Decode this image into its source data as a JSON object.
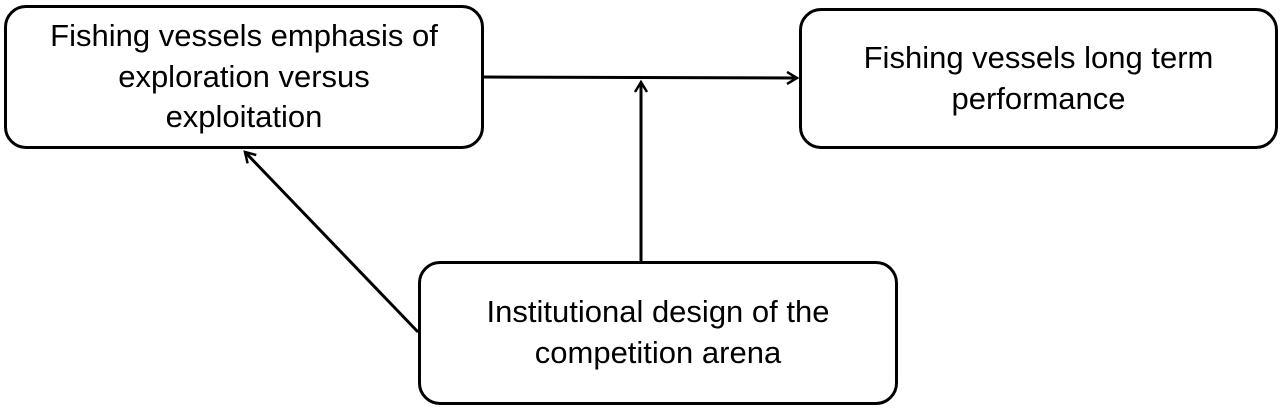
{
  "diagram": {
    "nodes": {
      "exploration": {
        "label": "Fishing vessels emphasis of\nexploration versus\nexploitation"
      },
      "performance": {
        "label": "Fishing vessels long term\nperformance"
      },
      "institutional": {
        "label": "Institutional design of the\ncompetition arena"
      }
    },
    "edges": [
      {
        "from": "exploration",
        "to": "performance",
        "type": "directed"
      },
      {
        "from": "institutional",
        "to": "exploration",
        "type": "directed"
      },
      {
        "from": "institutional",
        "to": "exploration-performance-edge",
        "type": "moderating"
      }
    ],
    "colors": {
      "stroke": "#000000",
      "fill": "#ffffff"
    }
  }
}
